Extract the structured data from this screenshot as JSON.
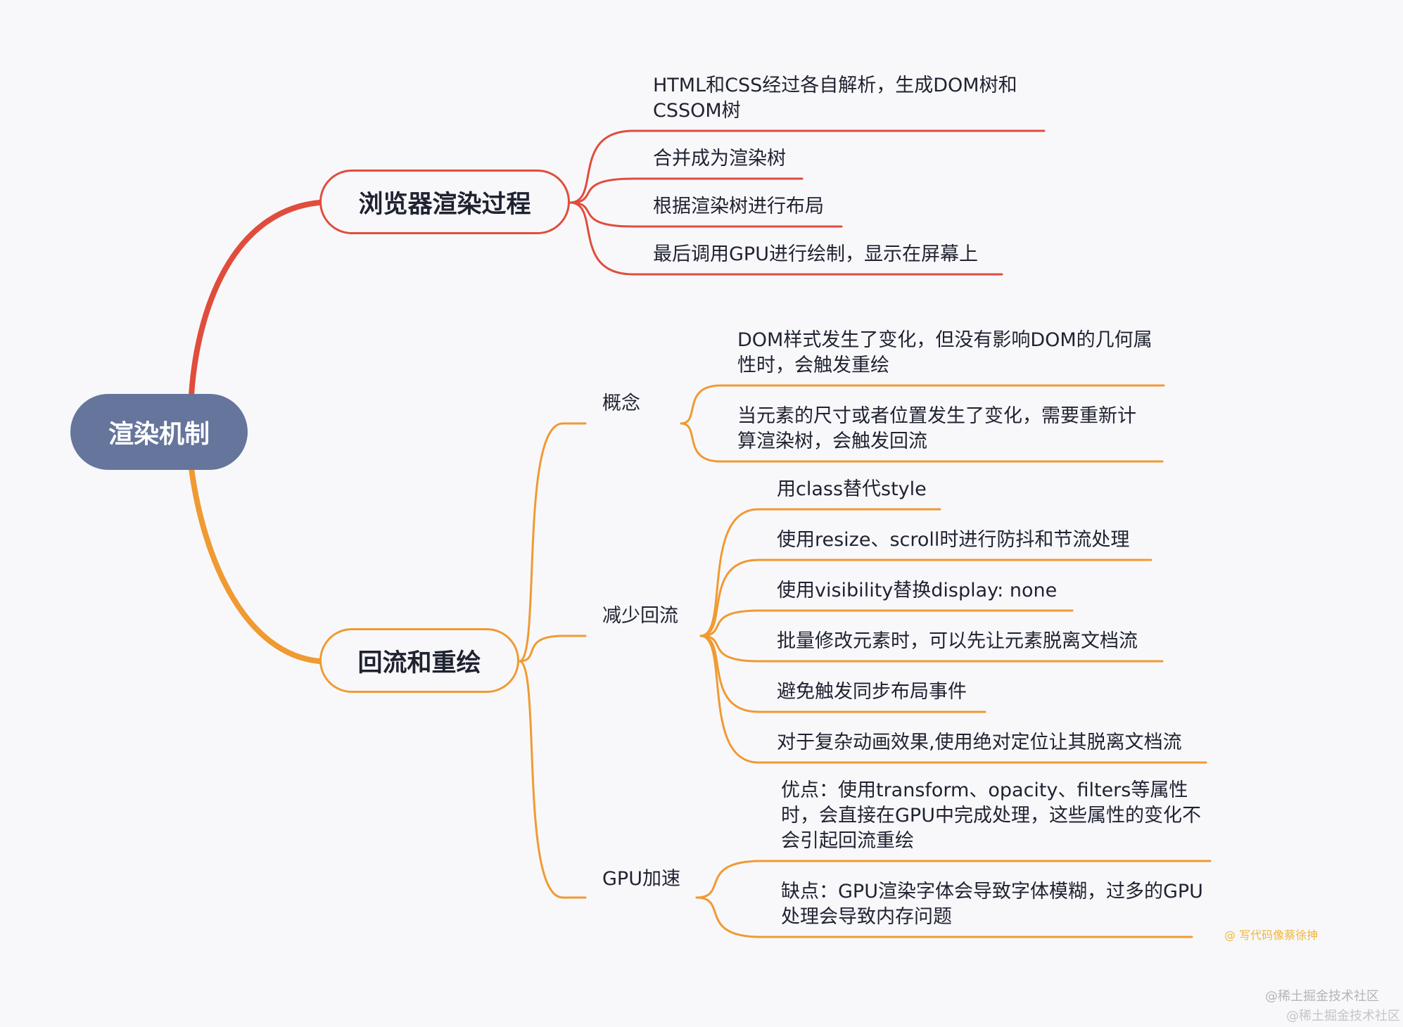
{
  "root": "渲染机制",
  "branches": [
    {
      "title": "浏览器渲染过程",
      "color": "#e04d3c",
      "items": [
        "HTML和CSS经过各自解析，生成DOM树和CSSOM树",
        "合并成为渲染树",
        "根据渲染树进行布局",
        "最后调用GPU进行绘制，显示在屏幕上"
      ]
    },
    {
      "title": "回流和重绘",
      "color": "#f09a32",
      "groups": [
        {
          "title": "概念",
          "items": [
            "DOM样式发生了变化，但没有影响DOM的几何属性时，会触发重绘",
            "当元素的尺寸或者位置发生了变化，需要重新计算渲染树，会触发回流"
          ]
        },
        {
          "title": "减少回流",
          "items": [
            "用class替代style",
            "使用resize、scroll时进行防抖和节流处理",
            "使用visibility替换display: none",
            "批量修改元素时，可以先让元素脱离文档流",
            "避免触发同步布局事件",
            "对于复杂动画效果,使用绝对定位让其脱离文档流"
          ]
        },
        {
          "title": "GPU加速",
          "items": [
            "优点：使用transform、opacity、filters等属性时，会直接在GPU中完成处理，这些属性的变化不会引起回流重绘",
            "缺点：GPU渲染字体会导致字体模糊，过多的GPU处理会导致内存问题"
          ]
        }
      ]
    }
  ],
  "watermarks": [
    "@ 写代码像蔡徐抻",
    "@稀土掘金技术社区",
    "@稀土掘金技术社区"
  ],
  "colors": {
    "root": "#66759c",
    "background": "#f8f8fb"
  }
}
